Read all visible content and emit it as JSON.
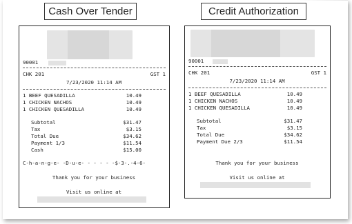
{
  "labels": {
    "left": "Cash Over Tender",
    "right": "Credit Authorization"
  },
  "left_receipt": {
    "store_id": "90001",
    "check": "CHK 201",
    "gst": "GST 1",
    "datetime": "7/23/2020 11:14 AM",
    "items": [
      {
        "name": "1 BEEF QUESADILLA",
        "price": "10.49"
      },
      {
        "name": "1 CHICKEN NACHOS",
        "price": "10.49"
      },
      {
        "name": "1 CHICKEN QUESADILLA",
        "price": "10.49"
      }
    ],
    "totals": [
      {
        "label": "Subtotal",
        "value": "$31.47"
      },
      {
        "label": "Tax",
        "value": "$3.15"
      },
      {
        "label": "Total Due",
        "value": "$34.62"
      },
      {
        "label": "Payment 1/3",
        "value": "$11.54"
      },
      {
        "label": "Cash",
        "value": "$15.00"
      }
    ],
    "change_line": "C-h-a-n-g-e- -D-u-e- - - - - -$-3-.-4-6-",
    "thanks": "Thank you for your business",
    "online": "Visit us online at"
  },
  "right_receipt": {
    "store_id": "90001",
    "check": "CHK 201",
    "gst": "GST 1",
    "datetime": "7/23/2020 11:14 AM",
    "items": [
      {
        "name": "1 BEEF QUESADILLA",
        "price": "10.49"
      },
      {
        "name": "1 CHICKEN NACHOS",
        "price": "10.49"
      },
      {
        "name": "1 CHICKEN QUESADILLA",
        "price": "10.49"
      }
    ],
    "totals": [
      {
        "label": "Subtotal",
        "value": "$31.47"
      },
      {
        "label": "Tax",
        "value": "$3.15"
      },
      {
        "label": "Total Due",
        "value": "$34.62"
      },
      {
        "label": "Payment Due 2/3",
        "value": "$11.54"
      }
    ],
    "thanks": "Thank you for your business",
    "online": "Visit us online at"
  }
}
